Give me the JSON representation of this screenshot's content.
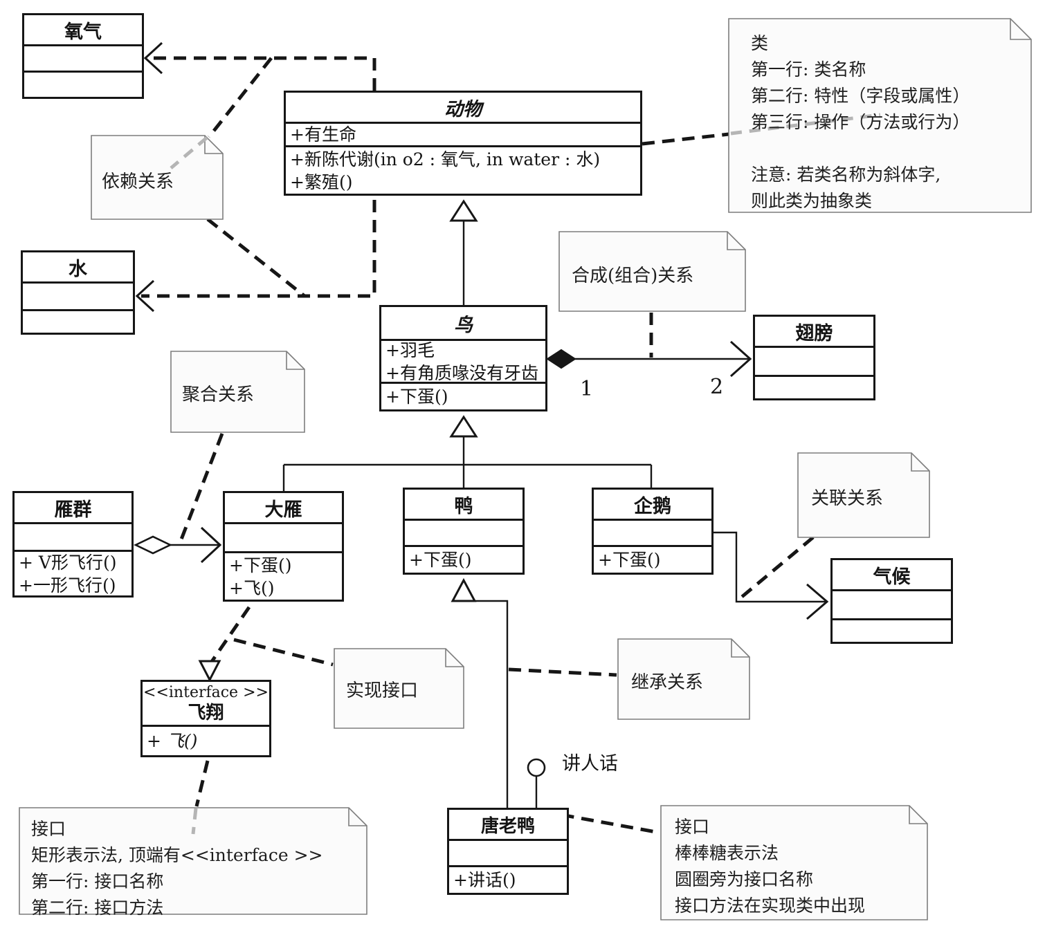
{
  "colors": {
    "line": "#161616",
    "muted_dash": "#b5b5b5",
    "note_fill": "#fbfbfb",
    "note_border": "#7d7d7d",
    "class_fill": "#ffffff"
  },
  "classes": {
    "oxygen": {
      "name": "氧气"
    },
    "water": {
      "name": "水"
    },
    "animal": {
      "name": "动物",
      "attrs": [
        "+有生命"
      ],
      "ops": [
        "+新陈代谢(in o2 : 氧气, in water : 水)",
        "+繁殖()"
      ]
    },
    "bird": {
      "name": "鸟",
      "attrs": [
        "+羽毛",
        "+有角质喙没有牙齿"
      ],
      "ops": [
        "+下蛋()"
      ]
    },
    "wing": {
      "name": "翅膀"
    },
    "flock": {
      "name": "雁群",
      "ops": [
        "+ V形飞行()",
        "+一形飞行()"
      ]
    },
    "wildgoose": {
      "name": "大雁",
      "ops": [
        "+下蛋()",
        "+飞()"
      ]
    },
    "duck": {
      "name": "鸭",
      "ops": [
        "+下蛋()"
      ]
    },
    "penguin": {
      "name": "企鹅",
      "ops": [
        "+下蛋()"
      ]
    },
    "climate": {
      "name": "气候"
    },
    "donald": {
      "name": "唐老鸭",
      "ops": [
        "+讲话()"
      ]
    },
    "fly_interface": {
      "stereotype": "<<interface >>",
      "name": "飞翔",
      "ops": [
        "+ 飞()"
      ]
    }
  },
  "notes": {
    "class_note": {
      "lines": [
        "类",
        "第一行: 类名称",
        "第二行: 特性（字段或属性）",
        "第三行: 操作（方法或行为）",
        "",
        "注意: 若类名称为斜体字,",
        "则此类为抽象类"
      ]
    },
    "dependency": {
      "label": "依赖关系"
    },
    "composition": {
      "label": "合成(组合)关系"
    },
    "aggregation": {
      "label": "聚合关系"
    },
    "association": {
      "label": "关联关系"
    },
    "realization": {
      "label": "实现接口"
    },
    "inheritance": {
      "label": "继承关系"
    },
    "interface_rect": {
      "lines": [
        "接口",
        "矩形表示法, 顶端有<<interface >>",
        "第一行: 接口名称",
        "第二行: 接口方法"
      ]
    },
    "interface_lollipop": {
      "lines": [
        "接口",
        "棒棒糖表示法",
        "圆圈旁为接口名称",
        "接口方法在实现类中出现"
      ]
    }
  },
  "labels": {
    "mult_bird": "1",
    "mult_wing": "2",
    "lollipop_interface": "讲人话"
  }
}
